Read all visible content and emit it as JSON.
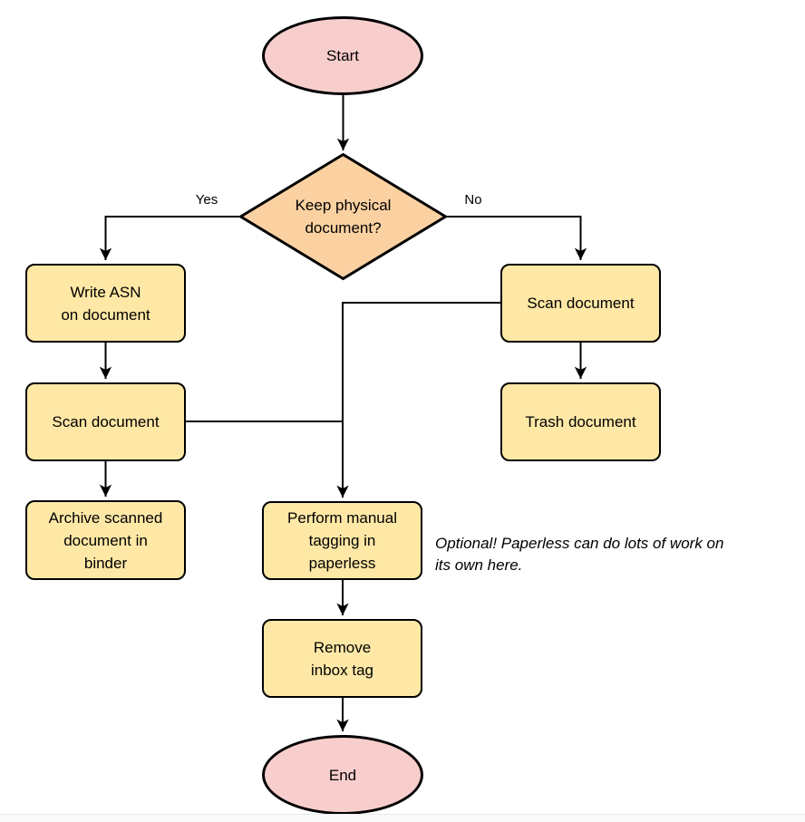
{
  "colors": {
    "terminator_fill": "#f8cecc",
    "decision_fill": "#fcd1a1",
    "process_fill": "#ffe8a6",
    "stroke": "#000000",
    "text": "#000000",
    "footer_divider": "#e9e9e9"
  },
  "flowchart": {
    "nodes": {
      "start": {
        "label": "Start"
      },
      "decision": {
        "label": "Keep physical\ndocument?"
      },
      "write_asn": {
        "label": "Write ASN\non document"
      },
      "scan_left": {
        "label": "Scan document"
      },
      "archive": {
        "label": "Archive scanned\ndocument in\nbinder"
      },
      "scan_right": {
        "label": "Scan document"
      },
      "trash": {
        "label": "Trash document"
      },
      "tagging": {
        "label": "Perform manual\ntagging in\npaperless"
      },
      "remove_inbox": {
        "label": "Remove\ninbox tag"
      },
      "end": {
        "label": "End"
      }
    },
    "edge_labels": {
      "yes": "Yes",
      "no": "No"
    },
    "annotation": "Optional! Paperless can do lots of work on\nits own here."
  }
}
